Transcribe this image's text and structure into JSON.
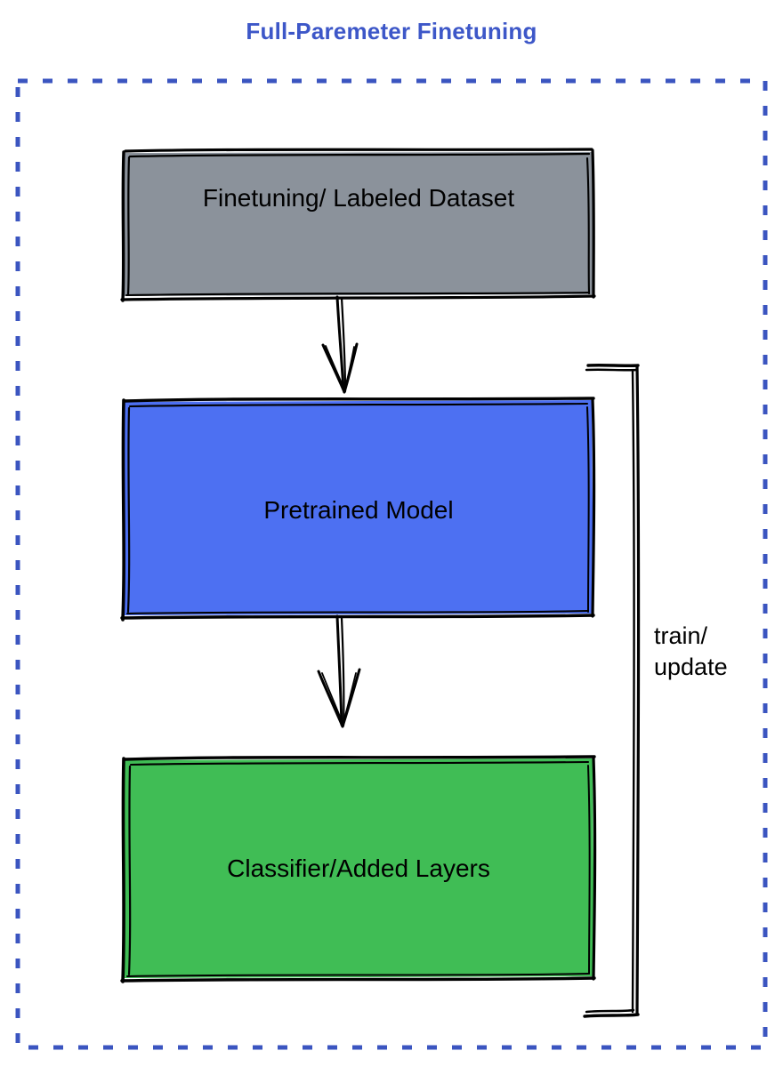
{
  "diagram": {
    "title": "Full-Paremeter Finetuning",
    "title_color": "#3d57c8",
    "frame": {
      "name": "dashed-boundary",
      "style": "dashed",
      "color": "#3b55c0"
    },
    "nodes": [
      {
        "id": "dataset",
        "label": "Finetuning/ Labeled Dataset",
        "fill": "#8b929b",
        "stroke": "#000000",
        "shape": "rectangle"
      },
      {
        "id": "pretrained",
        "label": "Pretrained Model",
        "fill": "#4d70f2",
        "stroke": "#000000",
        "shape": "rectangle"
      },
      {
        "id": "classifier",
        "label": "Classifier/Added Layers",
        "fill": "#40bd55",
        "stroke": "#000000",
        "shape": "rectangle"
      }
    ],
    "edges": [
      {
        "id": "dataset-to-pretrained",
        "from": "dataset",
        "to": "pretrained",
        "label": "",
        "arrow": "down"
      },
      {
        "id": "pretrained-to-classifier",
        "from": "pretrained",
        "to": "classifier",
        "label": "",
        "arrow": "down"
      },
      {
        "id": "feedback-loop",
        "from": "classifier",
        "to": "pretrained",
        "label_line_1": "train/",
        "label_line_2": "update",
        "arrow": "none"
      }
    ]
  }
}
